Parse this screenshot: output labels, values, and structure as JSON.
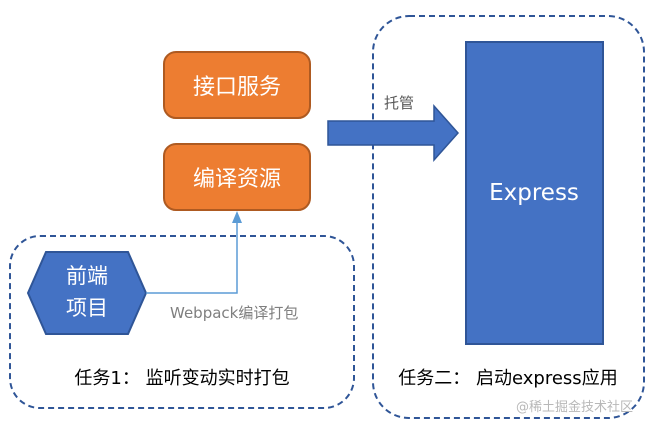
{
  "nodes": {
    "api_service": "接口服务",
    "compile_resources": "编译资源",
    "frontend_project_line1": "前端",
    "frontend_project_line2": "项目",
    "express": "Express"
  },
  "edges": {
    "webpack_label": "Webpack编译打包",
    "hosting_label": "托管"
  },
  "groups": {
    "task1_label": "任务1：  监听变动实时打包",
    "task2_label": "任务二：  启动express应用"
  },
  "watermark": "@稀土掘金技术社区",
  "colors": {
    "orange_fill": "#ED7D31",
    "orange_stroke": "#AE5A21",
    "blue_fill": "#4472C4",
    "blue_stroke": "#2F5597",
    "dashed_border": "#2F5597",
    "connector": "#5B9BD5"
  }
}
